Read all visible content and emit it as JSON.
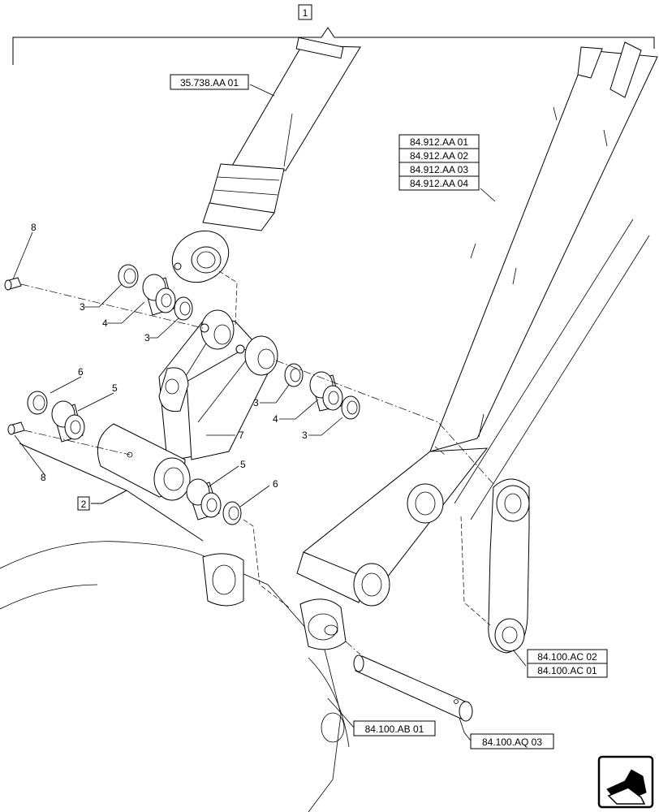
{
  "assembly_label": "1",
  "subassembly_label": "2",
  "references": {
    "cylinder": "35.738.AA 01",
    "arm_1": "84.912.AA 01",
    "arm_2": "84.912.AA 02",
    "arm_3": "84.912.AA 03",
    "arm_4": "84.912.AA 04",
    "link_1": "84.100.AC 02",
    "link_2": "84.100.AC 01",
    "bucket": "84.100.AB 01",
    "pin": "84.100.AQ 03"
  },
  "part_numbers": {
    "n3a": "3",
    "n4a": "4",
    "n3b": "3",
    "n6a": "6",
    "n5a": "5",
    "n8a": "8",
    "n8b": "8",
    "n3c": "3",
    "n4b": "4",
    "n3d": "3",
    "n7": "7",
    "n5b": "5",
    "n6b": "6"
  },
  "nav_icon": "arrow-next-icon"
}
